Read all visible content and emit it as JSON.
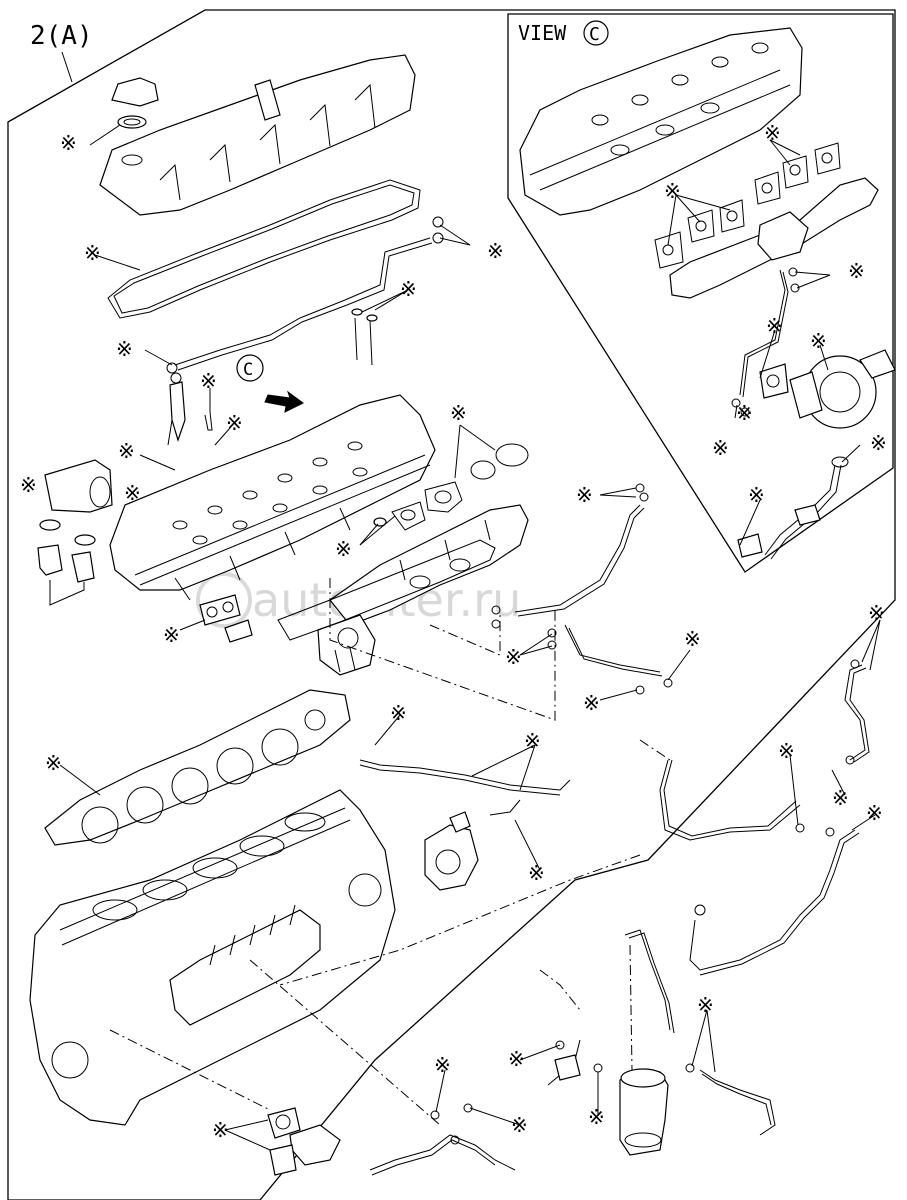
{
  "assembly_label": "2(A)",
  "view_label": "VIEW",
  "view_letter": "C",
  "view_marker": "C",
  "replacement_mark": "※",
  "watermark": "autopiter.ru",
  "legend_count": 40
}
